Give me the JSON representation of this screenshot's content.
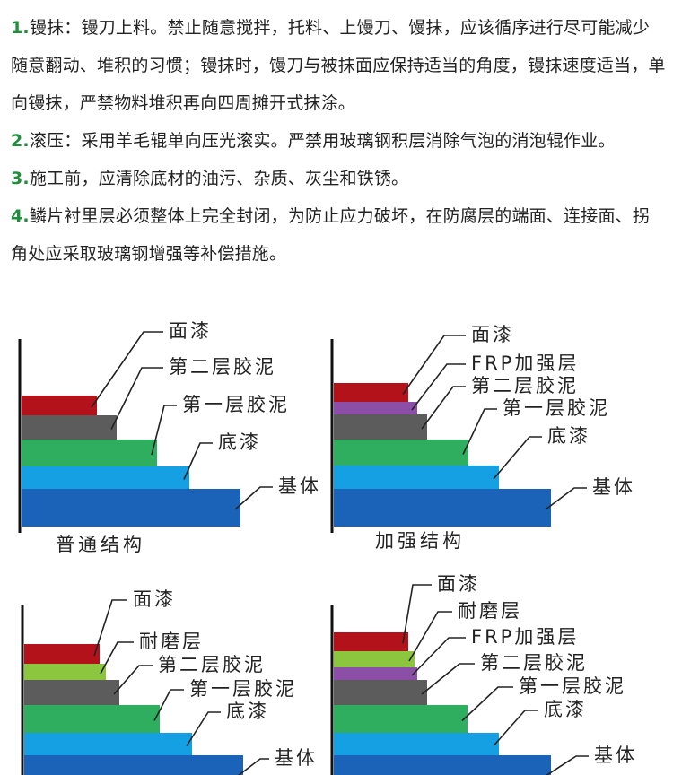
{
  "paragraphs": [
    {
      "num": "1.",
      "text": "镘抹：镘刀上料。禁止随意搅拌，托料、上馒刀、馒抹，应该循序进行尽可能减少随意翻动、堆积的习惯；镘抹时，馒刀与被抹面应保持适当的角度，镘抹速度适当，单向镘抹，严禁物料堆积再向四周摊开式抹涂。"
    },
    {
      "num": "2.",
      "text": "滚压：采用羊毛辊单向压光滚实。严禁用玻璃钢积层消除气泡的消泡辊作业。"
    },
    {
      "num": "3.",
      "text": "施工前，应清除底材的油污、杂质、灰尘和铁锈。"
    },
    {
      "num": "4.",
      "text": "鳞片衬里层必须整体上完全封闭，为防止应力破坏，在防腐层的端面、连接面、拐角处应采取玻璃钢增强等补偿措施。"
    }
  ],
  "colors": {
    "face": "#b4121b",
    "resist": "#8cc63f",
    "frp": "#8b4fa8",
    "second": "#5c5c5c",
    "first": "#2fae5f",
    "primer": "#14a0e3",
    "base": "#1b63b8"
  },
  "diagrams": [
    {
      "caption": "普通结构",
      "labels": {
        "face": "面漆",
        "second": "第二层胶泥",
        "first": "第一层胶泥",
        "primer": "底漆",
        "base": "基体"
      }
    },
    {
      "caption": "加强结构",
      "labels": {
        "face": "面漆",
        "frp": "FRP加强层",
        "second": "第二层胶泥",
        "first": "第一层胶泥",
        "primer": "底漆",
        "base": "基体"
      }
    },
    {
      "caption": "",
      "labels": {
        "face": "面漆",
        "resist": "耐磨层",
        "second": "第二层胶泥",
        "first": "第一层胶泥",
        "primer": "底漆",
        "base": "基体"
      }
    },
    {
      "caption": "",
      "labels": {
        "face": "面漆",
        "resist": "耐磨层",
        "frp": "FRP加强层",
        "second": "第二层胶泥",
        "first": "第一层胶泥",
        "primer": "底漆",
        "base": "基体"
      }
    }
  ]
}
